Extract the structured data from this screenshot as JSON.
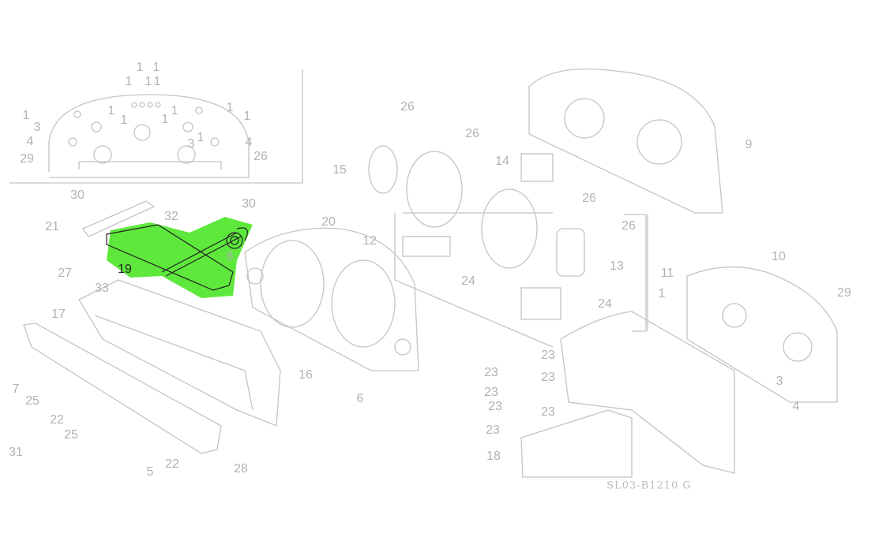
{
  "diagram": {
    "highlight_color": "#5ee83c",
    "line_color": "#c4c4c4",
    "highlighted_part": "19",
    "drawing_code": "SL03-B1210 G",
    "inset_labels": [
      "1",
      "1",
      "1",
      "1",
      "1",
      "1",
      "1",
      "1",
      "1",
      "1",
      "1",
      "1",
      "1",
      "3",
      "3",
      "4",
      "4",
      "29",
      "26"
    ],
    "labels": [
      "26",
      "26",
      "15",
      "14",
      "9",
      "30",
      "32",
      "30",
      "21",
      "27",
      "19",
      "8",
      "33",
      "20",
      "12",
      "26",
      "26",
      "13",
      "11",
      "10",
      "29",
      "24",
      "24",
      "1",
      "17",
      "16",
      "6",
      "23",
      "23",
      "23",
      "23",
      "23",
      "23",
      "23",
      "3",
      "4",
      "7",
      "25",
      "22",
      "25",
      "31",
      "5",
      "22",
      "28",
      "18"
    ]
  }
}
